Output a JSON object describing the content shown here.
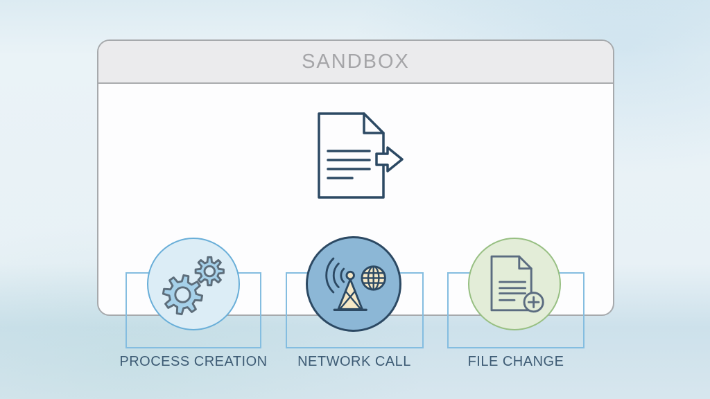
{
  "sandbox_panel": {
    "title": "SANDBOX",
    "main_icon": "document-export-icon"
  },
  "events": [
    {
      "label": "PROCESS CREATION",
      "icon": "gears-icon",
      "circle_fill": "#dcedf6",
      "circle_border": "#68aed8"
    },
    {
      "label": "NETWORK CALL",
      "icon": "radio-tower-globe-icon",
      "circle_fill": "#8cb7d6",
      "circle_border": "#2c4963"
    },
    {
      "label": "FILE CHANGE",
      "icon": "file-add-icon",
      "circle_fill": "#e3edd8",
      "circle_border": "#97bf82"
    }
  ],
  "palette": {
    "background_top": "#eaf3f7",
    "background_bottom": "#cde1eb",
    "card_background": "#fdfdfe",
    "card_border": "#a6a9ac",
    "header_background": "#ebebed",
    "header_text": "#a5a5a8",
    "icon_navy": "#2c4963",
    "label_text": "#3d5b74",
    "connector_border": "#84bde0",
    "gear_fill": "#a6d1ea",
    "gear_stroke": "#5d6d7a",
    "cream": "#f6e8c6",
    "file_icon_stroke": "#5b6c80"
  }
}
